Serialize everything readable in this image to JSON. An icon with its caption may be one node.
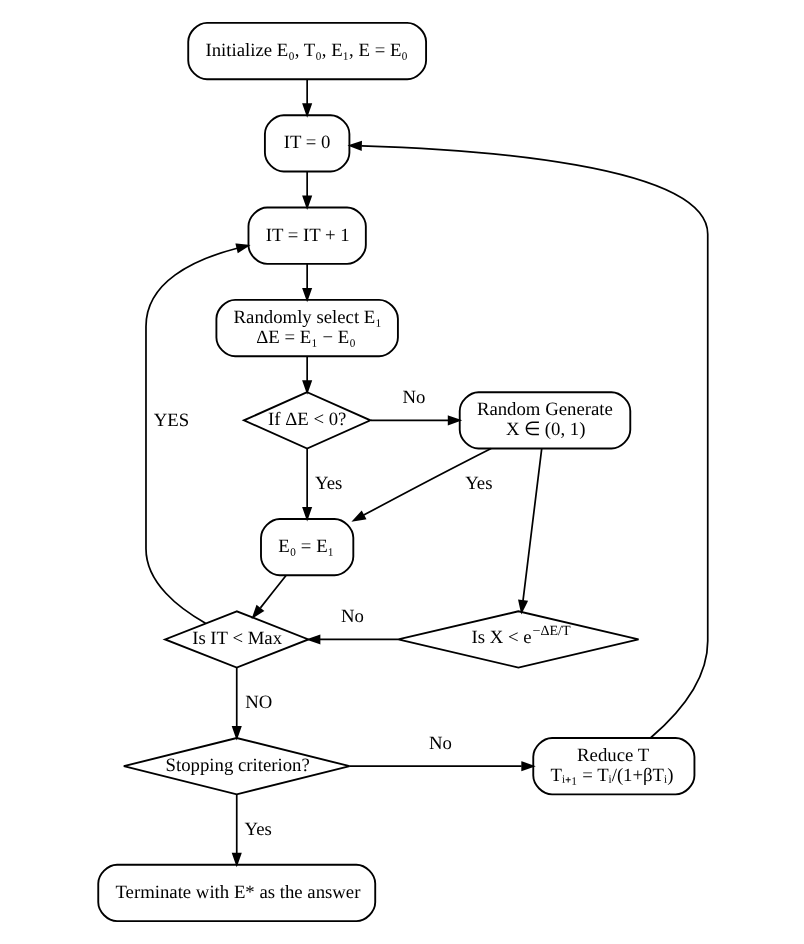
{
  "diagram": {
    "nodes": [
      {
        "text": [
          "Initialize E₀, T₀, E₁, E = E₀"
        ]
      },
      {
        "text": [
          "IT = 0"
        ]
      },
      {
        "text": [
          "IT = IT + 1"
        ]
      },
      {
        "text": [
          "Randomly select E₁",
          "ΔE = E₁ − E₀"
        ]
      },
      {
        "text": [
          "If ΔE < 0?"
        ]
      },
      {
        "text": [
          "Random Generate",
          "X ∈ (0, 1)"
        ]
      },
      {
        "text": [
          "E₀ = E₁"
        ]
      },
      {
        "text": [
          "Is IT < Max"
        ]
      },
      {
        "text": [
          "Is X < e$^{−ΔE/T}$"
        ]
      },
      {
        "text": [
          "Stopping criterion?"
        ]
      },
      {
        "text": [
          "Reduce T",
          "Tᵢ₊₁ = Tᵢ/(1+βTᵢ)"
        ]
      },
      {
        "text": [
          "Terminate with E* as the answer"
        ]
      }
    ],
    "edges": [
      {
        "from": 0,
        "to": 1,
        "arrow": "to"
      },
      {
        "from": 1,
        "to": 2,
        "arrow": "to"
      },
      {
        "from": 2,
        "to": 3,
        "arrow": "to"
      },
      {
        "from": 3,
        "to": 4,
        "arrow": "to"
      },
      {
        "from": 4,
        "to": 5,
        "arrow": "to",
        "label": "No"
      },
      {
        "from": 4,
        "to": 6,
        "arrow": "to",
        "label": "Yes"
      },
      {
        "from": 5,
        "to": 6,
        "arrow": "to",
        "label": "Yes"
      },
      {
        "from": 5,
        "to": 8,
        "arrow": "to"
      },
      {
        "from": 6,
        "to": 7,
        "arrow": "to"
      },
      {
        "from": 8,
        "to": 7,
        "arrow": "to",
        "label": "No"
      },
      {
        "from": 7,
        "to": 2,
        "arrow": "to",
        "label": "YES"
      },
      {
        "from": 7,
        "to": 9,
        "arrow": "to",
        "label": "NO"
      },
      {
        "from": 9,
        "to": 10,
        "arrow": "to",
        "label": "No"
      },
      {
        "from": 10,
        "to": 1,
        "arrow": "to"
      },
      {
        "from": 9,
        "to": 11,
        "arrow": "to",
        "label": "Yes"
      }
    ]
  }
}
